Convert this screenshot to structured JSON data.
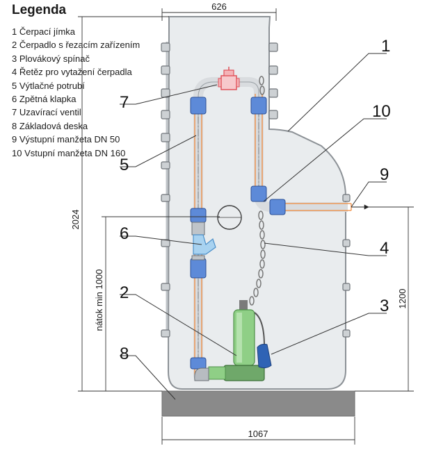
{
  "legend": {
    "title": "Legenda",
    "items": [
      "1 Čerpací jímka",
      "2 Čerpadlo s řezacím zařízením",
      "3 Plovákový spínač",
      "4 Řetěz pro vytažení čerpadla",
      "5 Výtlačné potrubí",
      "6 Zpětná klapka",
      "7 Uzavírací ventil",
      "8 Základová deska",
      "9 Výstupní manžeta DN 50",
      "10 Vstupní manžeta DN 160"
    ]
  },
  "dimensions": {
    "top_width": "626",
    "bottom_width": "1067",
    "total_height": "2024",
    "inlet_label": "nátok  min 1000",
    "outlet_height": "1200"
  },
  "callouts": {
    "c1": "1",
    "c2": "2",
    "c3": "3",
    "c4": "4",
    "c5": "5",
    "c6": "6",
    "c7": "7",
    "c8": "8",
    "c9": "9",
    "c10": "10"
  },
  "colors": {
    "tank_fill": "#e9ecee",
    "tank_stroke": "#8c9196",
    "pipe_orange": "#f08a3c",
    "coupling_blue": "#3f6fc6",
    "valve_red": "#e0525a",
    "pump_green": "#8fcf86",
    "base_plate": "#8a8a8a",
    "check_valve": "#a8d2f0"
  }
}
